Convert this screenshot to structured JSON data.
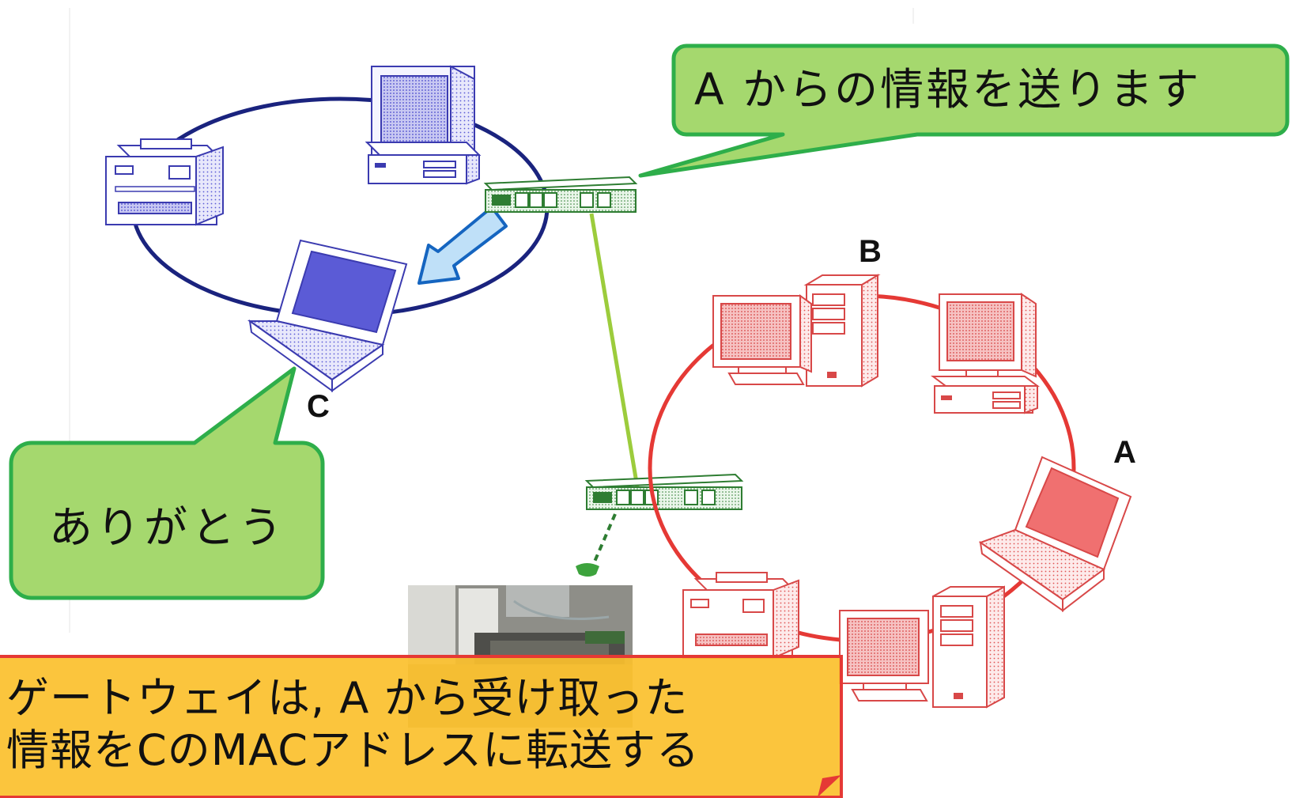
{
  "callouts": {
    "gateway_sends": "A からの情報を送ります",
    "thanks": "ありがとう",
    "explanation_line1": "ゲートウェイは, A から受け取った",
    "explanation_line2": "情報をCのMACアドレスに転送する"
  },
  "nodes": {
    "a": "A",
    "b": "B",
    "c": "C"
  },
  "colors": {
    "blue_network": "#1a237e",
    "blue_device": "#5b5bd6",
    "red_network": "#e53935",
    "red_device": "#e57373",
    "switch_green": "#2e7d32",
    "link_green": "#9ccc3c",
    "callout_fill": "#a5d86e",
    "callout_border": "#2eae4a",
    "note_fill": "#fbc02d",
    "note_border": "#e53935",
    "arrow_fill": "#bfe0f8",
    "arrow_border": "#1565c0"
  }
}
